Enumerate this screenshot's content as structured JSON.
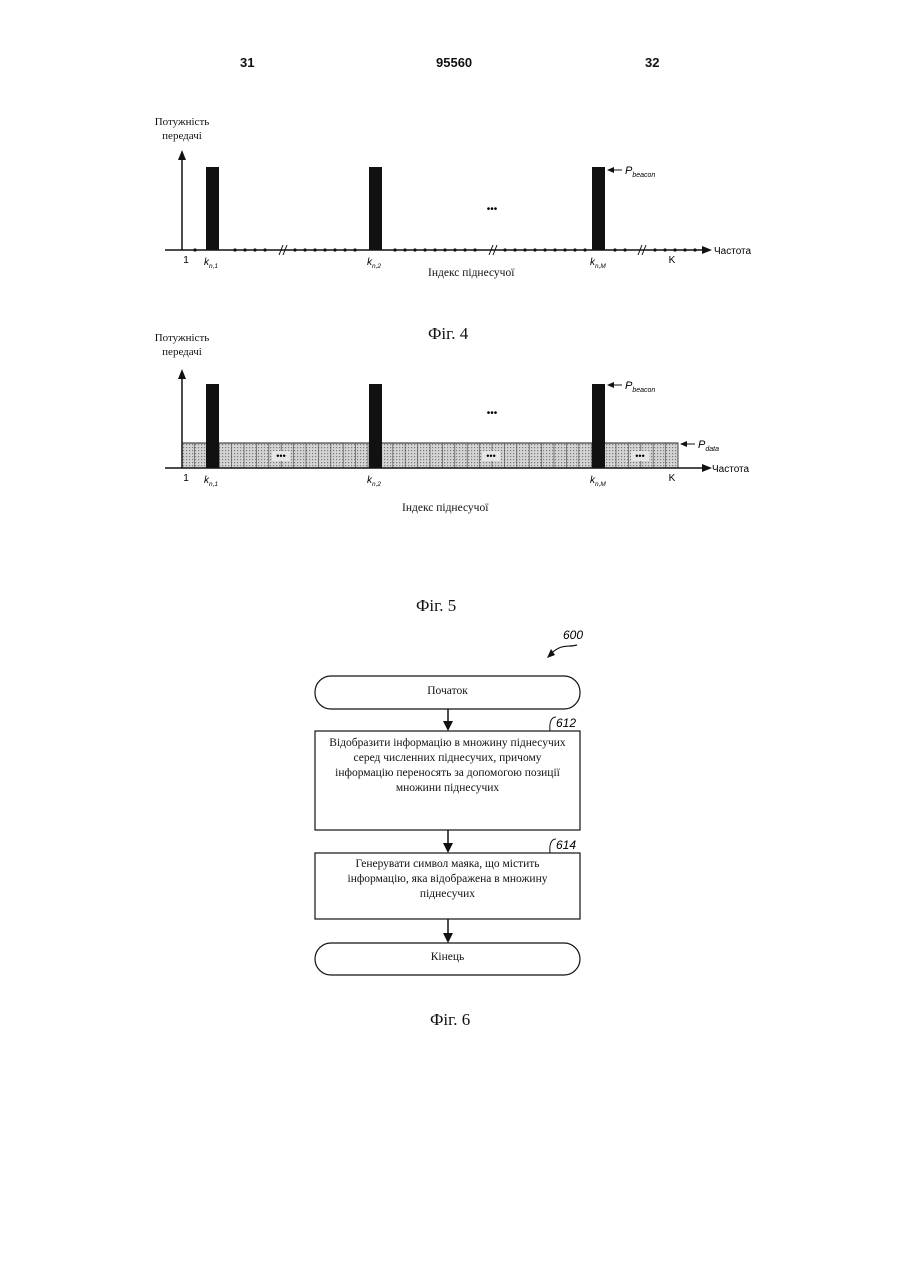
{
  "header": {
    "left_page": "31",
    "doc_number": "95560",
    "right_page": "32"
  },
  "fig4": {
    "y_label_line1": "Потужність",
    "y_label_line2": "передачі",
    "x_axis_label": "Частота",
    "x_subtitle": "Індекс піднесучої",
    "tick_first": "1",
    "tick_last": "K",
    "k1_base": "k",
    "k1_sub": "n,1",
    "k2_base": "k",
    "k2_sub": "n,2",
    "kM_base": "k",
    "kM_sub": "n,M",
    "ellipsis": "•••",
    "p_beacon_base": "P",
    "p_beacon_sub": "beacon",
    "caption": "Фіг. 4"
  },
  "fig5": {
    "y_label_line1": "Потужність",
    "y_label_line2": "передачі",
    "x_axis_label": "Частота",
    "x_subtitle": "Індекс піднесучої",
    "tick_first": "1",
    "tick_last": "K",
    "k1_base": "k",
    "k1_sub": "n,1",
    "k2_base": "k",
    "k2_sub": "n,2",
    "kM_base": "k",
    "kM_sub": "n,M",
    "ellipsis": "•••",
    "p_beacon_base": "P",
    "p_beacon_sub": "beacon",
    "p_data_base": "P",
    "p_data_sub": "data",
    "caption": "Фіг. 5"
  },
  "fig6": {
    "ref_main": "600",
    "start": "Початок",
    "ref_612": "612",
    "step1": "Відобразити інформацію в множину піднесучих серед численних піднесучих, причому інформацію переносять за допомогою позиції множини піднесучих",
    "ref_614": "614",
    "step2": "Генерувати символ маяка, що містить інформацію, яка відображена в множину піднесучих",
    "end": "Кінець",
    "caption": "Фіг. 6"
  }
}
